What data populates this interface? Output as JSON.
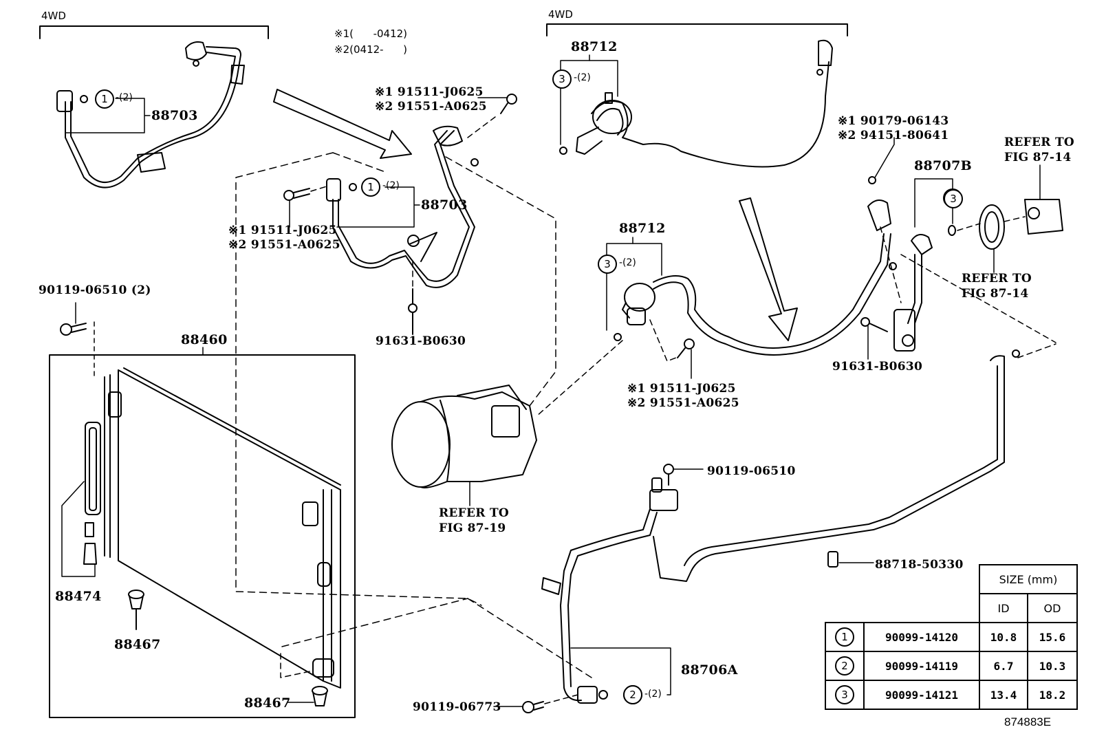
{
  "diagram": {
    "figure_id": "874883E",
    "variant_notes": [
      {
        "mark": "※1",
        "range": "(      -0412)"
      },
      {
        "mark": "※2",
        "range": "(0412-      )"
      }
    ],
    "groups": [
      {
        "label": "4WD",
        "position": "top-left"
      },
      {
        "label": "4WD",
        "position": "top-right"
      }
    ],
    "parts": {
      "hose_88703_a": {
        "number": "88703",
        "oring_ref": "1",
        "qty": "-(2)"
      },
      "hose_88703_b": {
        "number": "88703",
        "oring_ref": "1",
        "qty": "-(2)"
      },
      "bolt_top_center": {
        "variant1": "※1 91511-J0625",
        "variant2": "※2 91551-A0625"
      },
      "bolt_left_center": {
        "variant1": "※1 91511-J0625",
        "variant2": "※2 91551-A0625"
      },
      "bolt_91631_center": "91631-B0630",
      "bolt_90119_qty": "90119-06510 (2)",
      "condenser": "88460",
      "drier": "88474",
      "cushion_a": "88467",
      "cushion_b": "88467",
      "compressor_ref": {
        "line1": "REFER TO",
        "line2": "FIG 87-19"
      },
      "hose_88712_top": {
        "number": "88712",
        "oring_ref": "3",
        "qty": "-(2)"
      },
      "hose_88712_mid": {
        "number": "88712",
        "oring_ref": "3",
        "qty": "-(2)"
      },
      "bolt_mid_right": {
        "variant1": "※1 91511-J0625",
        "variant2": "※2 91551-A0625"
      },
      "nut_right": {
        "variant1": "※1 90179-06143",
        "variant2": "※2 94151-80641"
      },
      "tube_88707B": {
        "number": "88707B",
        "oring_ref": "3"
      },
      "expansion_valve_ref": {
        "line1": "REFER TO",
        "line2": "FIG 87-14"
      },
      "seal_ref": {
        "line1": "REFER TO",
        "line2": "FIG 87-14"
      },
      "bolt_91631_right": "91631-B0630",
      "bolt_90119_right": "90119-06510",
      "clamp": "88718-50330",
      "tube_88706A": {
        "number": "88706A",
        "oring_ref": "2",
        "qty": "-(2)"
      },
      "bolt_90119_bottom": "90119-06773"
    },
    "size_table": {
      "header": "SIZE (mm)",
      "columns": [
        "ID",
        "OD"
      ],
      "rows": [
        {
          "ref": "1",
          "part": "90099-14120",
          "id": "10.8",
          "od": "15.6"
        },
        {
          "ref": "2",
          "part": "90099-14119",
          "id": "6.7",
          "od": "10.3"
        },
        {
          "ref": "3",
          "part": "90099-14121",
          "id": "13.4",
          "od": "18.2"
        }
      ]
    }
  }
}
